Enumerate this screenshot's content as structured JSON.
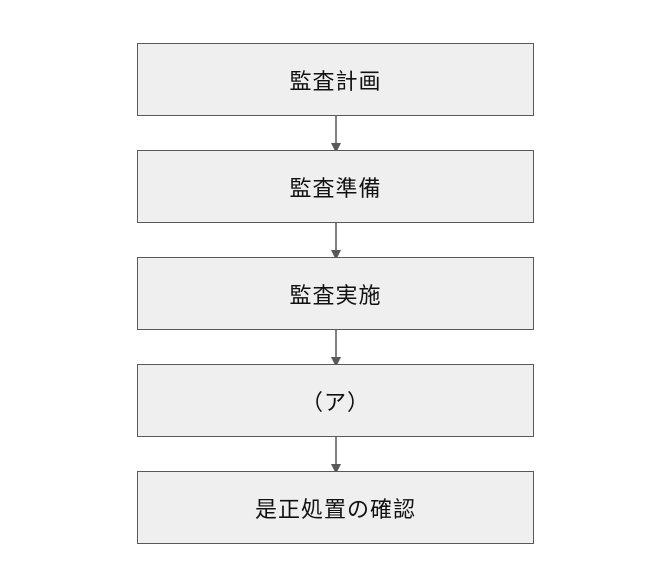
{
  "flowchart": {
    "steps": [
      {
        "label": "監査計画"
      },
      {
        "label": "監査準備"
      },
      {
        "label": "監査実施"
      },
      {
        "label": "（ア）"
      },
      {
        "label": "是正処置の確認"
      }
    ]
  },
  "colors": {
    "box_fill": "#efefef",
    "box_border": "#595959",
    "arrow": "#595959",
    "text": "#111111"
  }
}
